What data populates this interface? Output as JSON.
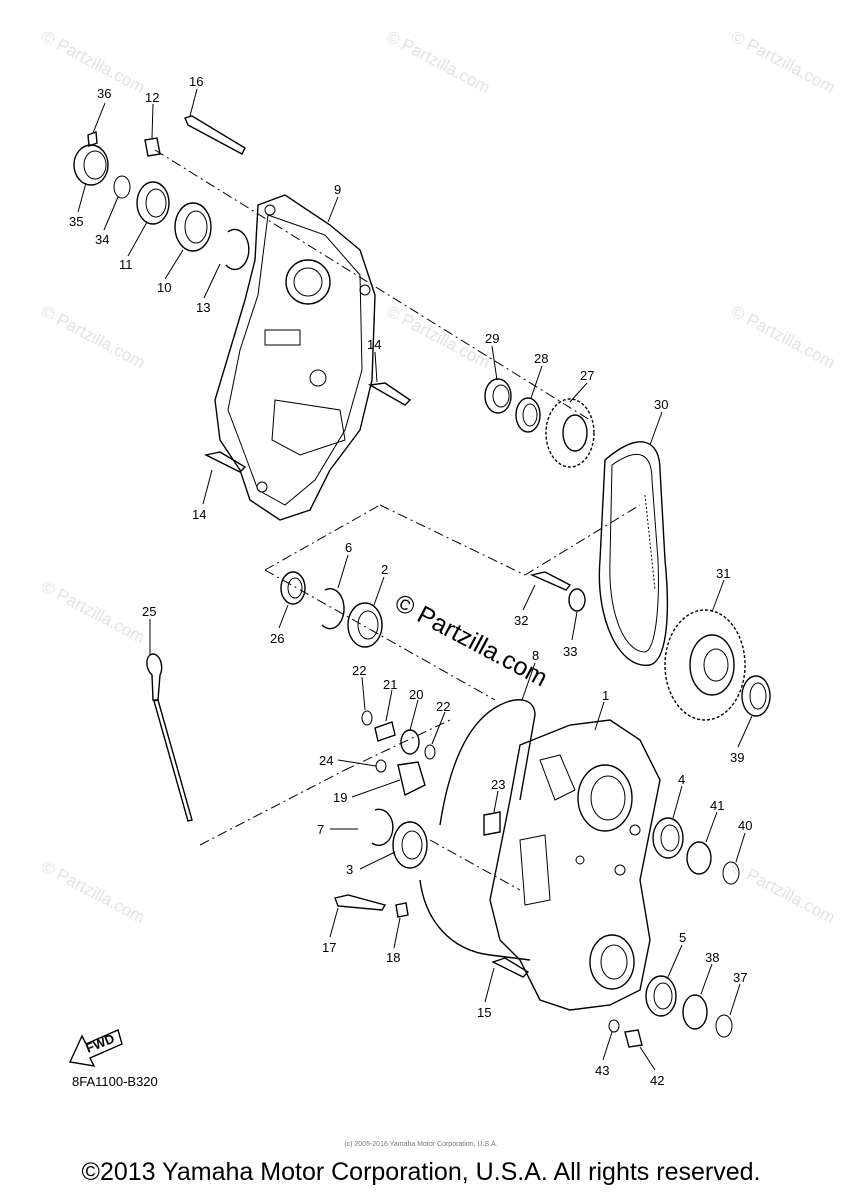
{
  "watermarks": [
    "© Partzilla.com",
    "© Partzilla.com",
    "© Partzilla.com",
    "© Partzilla.com",
    "© Partzilla.com",
    "© Partzilla.com",
    "© Partzilla.com",
    "© Partzilla.com",
    "© Partzilla.com"
  ],
  "center_watermark": "© Partzilla.com",
  "fwd_label": "FWD",
  "diagram_code": "8FA1100-B320",
  "tiny_credit": "(c) 2005-2016 Yamaha Motor Corporation, U.S.A.",
  "footer": "©2013 Yamaha Motor Corporation, U.S.A. All rights reserved.",
  "callouts": [
    {
      "n": "36"
    },
    {
      "n": "12"
    },
    {
      "n": "16"
    },
    {
      "n": "9"
    },
    {
      "n": "35"
    },
    {
      "n": "34"
    },
    {
      "n": "11"
    },
    {
      "n": "10"
    },
    {
      "n": "13"
    },
    {
      "n": "29"
    },
    {
      "n": "28"
    },
    {
      "n": "27"
    },
    {
      "n": "30"
    },
    {
      "n": "14"
    },
    {
      "n": "14"
    },
    {
      "n": "6"
    },
    {
      "n": "2"
    },
    {
      "n": "26"
    },
    {
      "n": "25"
    },
    {
      "n": "32"
    },
    {
      "n": "33"
    },
    {
      "n": "31"
    },
    {
      "n": "8"
    },
    {
      "n": "22"
    },
    {
      "n": "21"
    },
    {
      "n": "20"
    },
    {
      "n": "22"
    },
    {
      "n": "1"
    },
    {
      "n": "24"
    },
    {
      "n": "19"
    },
    {
      "n": "23"
    },
    {
      "n": "4"
    },
    {
      "n": "41"
    },
    {
      "n": "40"
    },
    {
      "n": "39"
    },
    {
      "n": "7"
    },
    {
      "n": "3"
    },
    {
      "n": "17"
    },
    {
      "n": "18"
    },
    {
      "n": "5"
    },
    {
      "n": "38"
    },
    {
      "n": "37"
    },
    {
      "n": "15"
    },
    {
      "n": "43"
    },
    {
      "n": "42"
    }
  ]
}
